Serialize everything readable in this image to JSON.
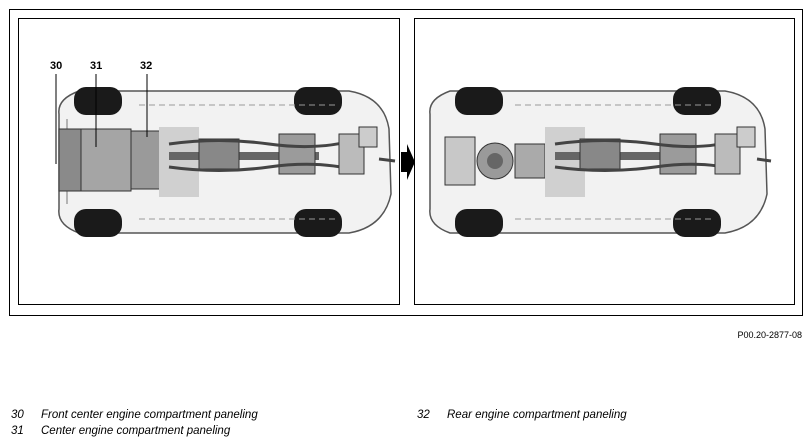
{
  "callouts": [
    {
      "label": "30"
    },
    {
      "label": "31"
    },
    {
      "label": "32"
    }
  ],
  "figure_id": "P00.20-2877-08",
  "legend": [
    {
      "num": "30",
      "text": "Front center engine compartment paneling"
    },
    {
      "num": "31",
      "text": "Center engine compartment paneling"
    },
    {
      "num": "32",
      "text": "Rear engine compartment paneling"
    }
  ],
  "icons": {
    "transition": "arrow-right-icon"
  }
}
